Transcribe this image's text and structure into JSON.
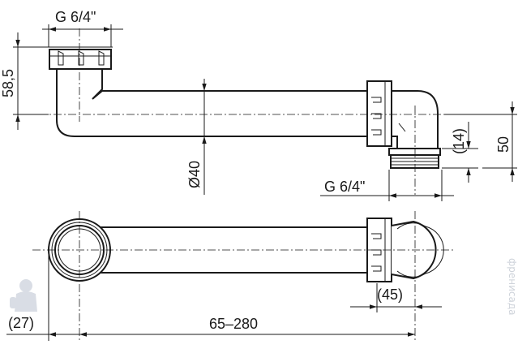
{
  "dimensions": {
    "top_thread": "G 6/4\"",
    "height_left": "58,5",
    "diameter": "Ø40",
    "side_thread": "G 6/4\"",
    "outlet_height": "(14)",
    "offset_height": "50",
    "outlet_width": "(45)",
    "left_offset": "(27)",
    "length_range": "65–280"
  },
  "watermark": {
    "text": "френисада",
    "logo": "plumber-logo"
  }
}
